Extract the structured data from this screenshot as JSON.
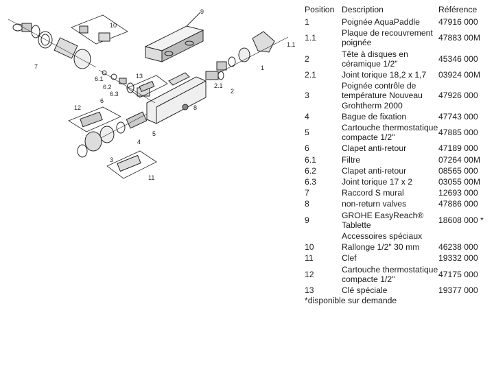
{
  "table": {
    "headers": {
      "position": "Position",
      "description": "Description",
      "reference": "Référence"
    },
    "rows": [
      {
        "position": "1",
        "description": "Poignée AquaPaddle",
        "reference": "47916 000"
      },
      {
        "position": "1.1",
        "description": "Plaque de recouvrement poignée",
        "reference": "47883 00M"
      },
      {
        "position": "2",
        "description": "Tête à disques en céramique 1/2\"",
        "reference": "45346 000"
      },
      {
        "position": "2.1",
        "description": "Joint torique 18,2 x 1,7",
        "reference": "03924 00M"
      },
      {
        "position": "3",
        "description": "Poignée contrôle de température Nouveau Grohtherm 2000",
        "reference": "47926 000"
      },
      {
        "position": "4",
        "description": "Bague de fixation",
        "reference": "47743 000"
      },
      {
        "position": "5",
        "description": "Cartouche thermostatique compacte 1/2\"",
        "reference": "47885 000"
      },
      {
        "position": "6",
        "description": "Clapet anti-retour",
        "reference": "47189 000"
      },
      {
        "position": "6.1",
        "description": "Filtre",
        "reference": "07264 00M"
      },
      {
        "position": "6.2",
        "description": "Clapet anti-retour",
        "reference": "08565 000"
      },
      {
        "position": "6.3",
        "description": "Joint torique 17 x 2",
        "reference": "03055 00M"
      },
      {
        "position": "7",
        "description": "Raccord S mural",
        "reference": "12693 000"
      },
      {
        "position": "8",
        "description": "non-return valves",
        "reference": "47886 000"
      },
      {
        "position": "9",
        "description": "GROHE EasyReach® Tablette",
        "reference": "18608 000 *"
      },
      {
        "position": "",
        "description": "Accessoires spéciaux",
        "reference": ""
      },
      {
        "position": "10",
        "description": "Rallonge 1/2\" 30 mm",
        "reference": "46238 000"
      },
      {
        "position": "11",
        "description": "Clef",
        "reference": "19332 000"
      },
      {
        "position": "12",
        "description": "Cartouche thermostatique compacte 1/2\"",
        "reference": "47175 000"
      },
      {
        "position": "13",
        "description": "Clé spéciale",
        "reference": "19377 000"
      }
    ],
    "footnote": "*disponible sur demande"
  },
  "diagram": {
    "labels": [
      "9",
      "10",
      "1",
      "1.1",
      "2",
      "2.1",
      "3",
      "4",
      "5",
      "6",
      "6.1",
      "6.2",
      "6.3",
      "7",
      "8",
      "11",
      "12",
      "13"
    ]
  }
}
